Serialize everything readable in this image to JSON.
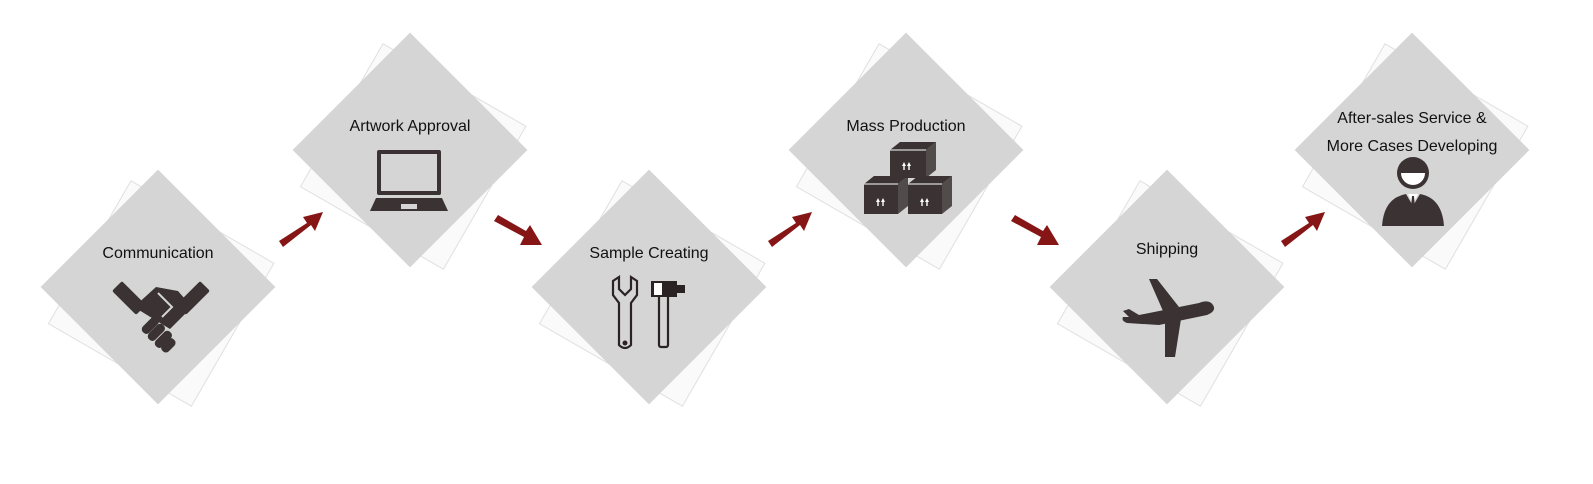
{
  "colors": {
    "diamond": "#d5d5d5",
    "icon": "#3a3233",
    "arrow": "#861616"
  },
  "steps": [
    {
      "id": "communication",
      "label_lines": [
        "Communication"
      ],
      "icon": "handshake-icon"
    },
    {
      "id": "artwork-approval",
      "label_lines": [
        "Artwork Approval"
      ],
      "icon": "laptop-icon"
    },
    {
      "id": "sample-creating",
      "label_lines": [
        "Sample Creating"
      ],
      "icon": "tools-icon"
    },
    {
      "id": "mass-production",
      "label_lines": [
        "Mass Production"
      ],
      "icon": "boxes-icon"
    },
    {
      "id": "shipping",
      "label_lines": [
        "Shipping"
      ],
      "icon": "airplane-icon"
    },
    {
      "id": "after-sales",
      "label_lines": [
        "After-sales Service &",
        "More Cases Developing"
      ],
      "icon": "person-icon"
    }
  ],
  "arrows": [
    "up",
    "down",
    "up",
    "down",
    "up"
  ]
}
